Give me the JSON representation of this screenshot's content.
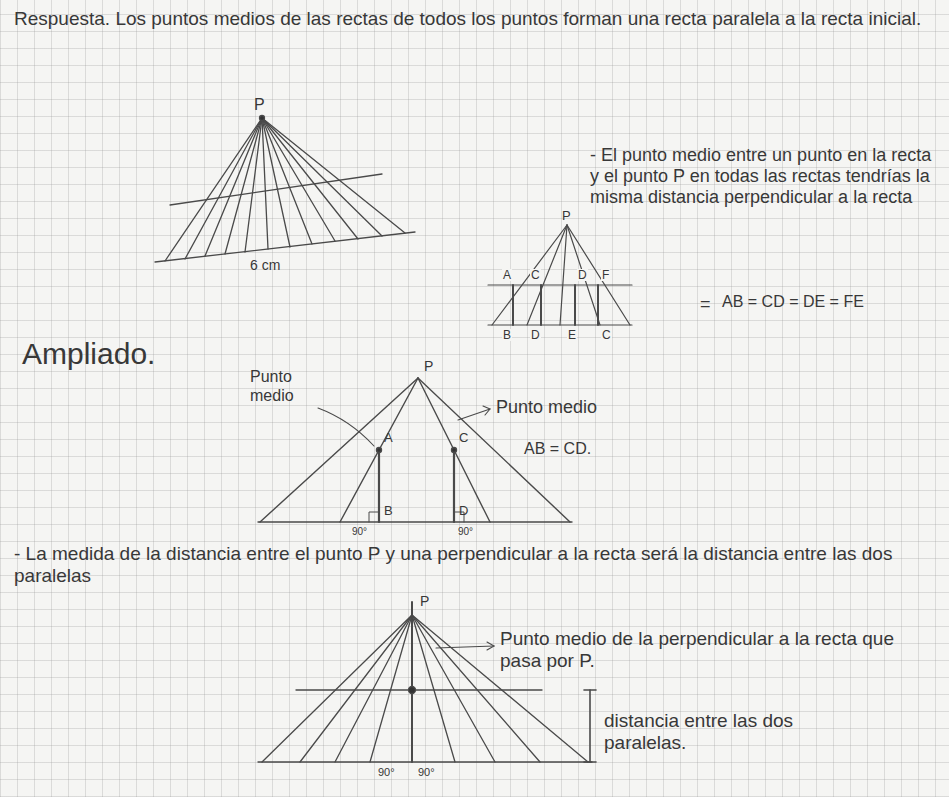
{
  "diagram": {
    "labels": [
      "Respuesta. Los puntos medios de las rectas de todos los puntos forman una recta paralela a la recta inicial.",
      "P",
      "6 cm",
      "- El punto medio entre un punto en la recta y el punto P en todas las rectas tendrías la misma distancia perpendicular a la recta",
      "P",
      "A",
      "C",
      "D",
      "F",
      "B",
      "D",
      "E",
      "C",
      "=",
      "AB = CD = DE = FE",
      "Ampliado.",
      "P",
      "Punto medio",
      "A",
      "Punto medio",
      "C",
      "B",
      "D",
      "90°",
      "90°",
      "AB = CD.",
      "- La medida de la distancia entre el punto P y una perpendicular a la recta será la distancia entre las dos paralelas",
      "P",
      "Punto medio de la perpendicular a la recta que pasa por P.",
      "distancia entre las dos paralelas.",
      "90°",
      "90°"
    ]
  }
}
